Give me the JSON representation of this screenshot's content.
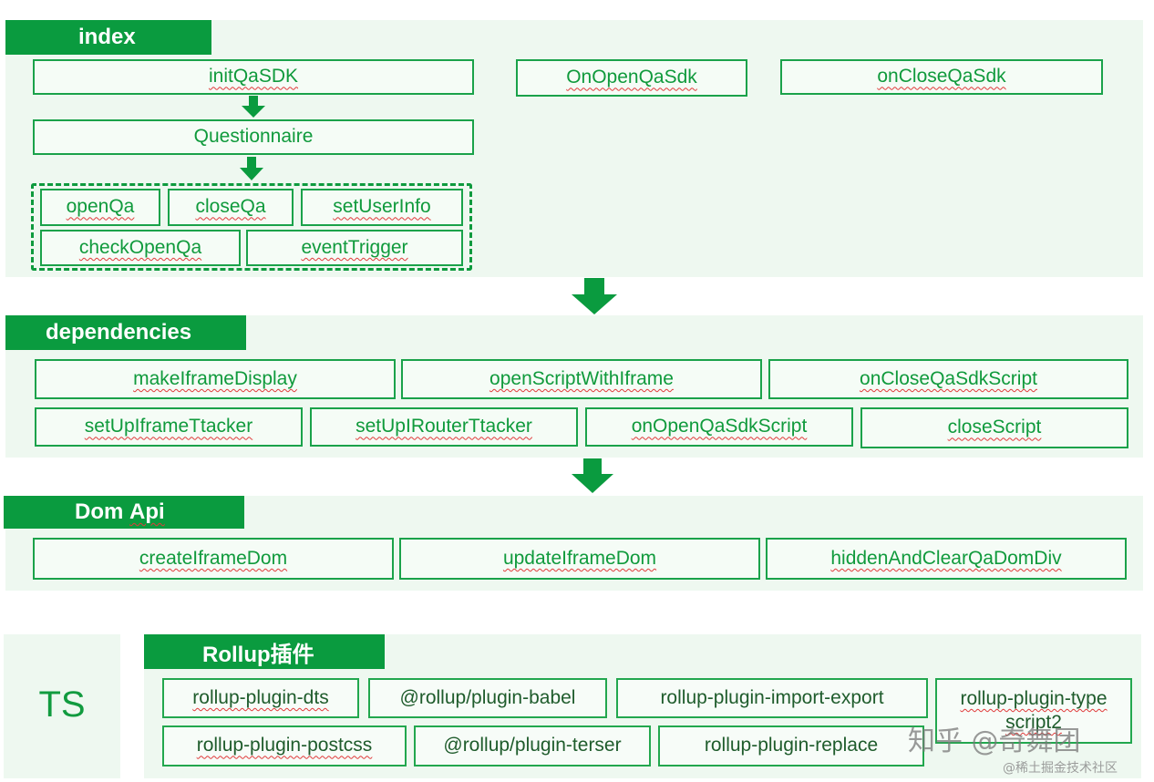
{
  "colors": {
    "accent": "#0a9b3f",
    "panel": "#eef8f0",
    "box_text": "#109a3c",
    "box_border": "#1aa24a"
  },
  "index": {
    "title": "index",
    "init": "initQaSDK",
    "on_open": "OnOpenQaSdk",
    "on_close": "onCloseQaSdk",
    "questionnaire": "Questionnaire",
    "methods": [
      "openQa",
      "closeQa",
      "setUserInfo",
      "checkOpenQa",
      "eventTrigger"
    ]
  },
  "dependencies": {
    "title": "dependencies",
    "items": [
      "makeIframeDisplay",
      "openScriptWithIframe",
      "onCloseQaSdkScript",
      "setUpIframeTtacker",
      "setUpIRouterTtacker",
      "onOpenQaSdkScript",
      "closeScript"
    ]
  },
  "dom_api": {
    "title_word1": "Dom",
    "title_word2": "Api",
    "items": [
      "createIframeDom",
      "updateIframeDom",
      "hiddenAndClearQaDomDiv"
    ]
  },
  "ts": {
    "label": "TS"
  },
  "rollup": {
    "title": "Rollup插件",
    "plugins": [
      "rollup-plugin-dts",
      "@rollup/plugin-babel",
      "rollup-plugin-import-export",
      "rollup-plugin-typescript2",
      "rollup-plugin-postcss",
      "@rollup/plugin-terser",
      "rollup-plugin-replace"
    ]
  },
  "watermark": {
    "main": "知乎 @奇舞团",
    "sub": "@稀土掘金技术社区"
  },
  "icons": {
    "arrow": "down-arrow-icon"
  }
}
